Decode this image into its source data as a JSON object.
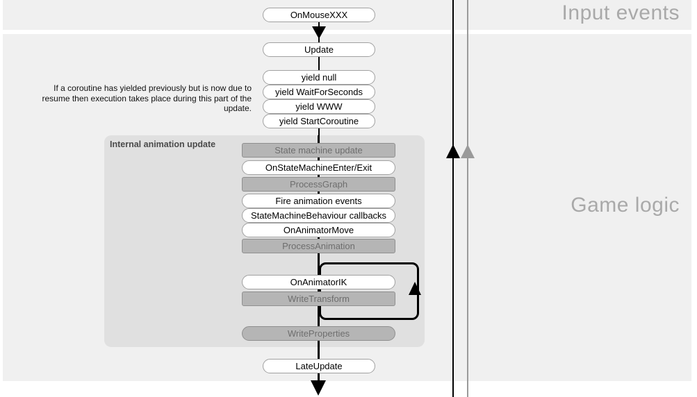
{
  "sections": [
    {
      "label": "Input events"
    },
    {
      "label": "Game logic"
    }
  ],
  "nodes": {
    "on_mouse": "OnMouseXXX",
    "update": "Update",
    "yields": [
      "yield null",
      "yield WaitForSeconds",
      "yield WWW",
      "yield StartCoroutine"
    ],
    "late_update": "LateUpdate"
  },
  "coroutine_note": "If a coroutine has yielded previously but is now due to resume then execution takes place during this part of the update.",
  "animation_panel": {
    "title": "Internal animation update",
    "steps": [
      {
        "label": "State machine update",
        "variant": "gray"
      },
      {
        "label": "OnStateMachineEnter/Exit",
        "variant": "white"
      },
      {
        "label": "ProcessGraph",
        "variant": "gray"
      },
      {
        "label": "Fire animation events",
        "variant": "white"
      },
      {
        "label": "StateMachineBehaviour callbacks",
        "variant": "white"
      },
      {
        "label": "OnAnimatorMove",
        "variant": "white"
      },
      {
        "label": "ProcessAnimation",
        "variant": "gray"
      },
      {
        "label": "OnAnimatorIK",
        "variant": "white"
      },
      {
        "label": "WriteTransform",
        "variant": "gray"
      },
      {
        "label": "WriteProperties",
        "variant": "gray-pill"
      }
    ]
  },
  "colors": {
    "band_bg": "#f0f0f0",
    "panel_bg": "#e0e0e0",
    "gray_box_fill": "#b5b5b5",
    "gray_box_border": "#8f8f8f",
    "gray_box_text": "#6e6e6e",
    "white_box_border": "#a0a0a0",
    "section_label_text": "#a9a9a9",
    "flow_line_black": "#000000",
    "flow_line_gray": "#9a9a9a"
  }
}
